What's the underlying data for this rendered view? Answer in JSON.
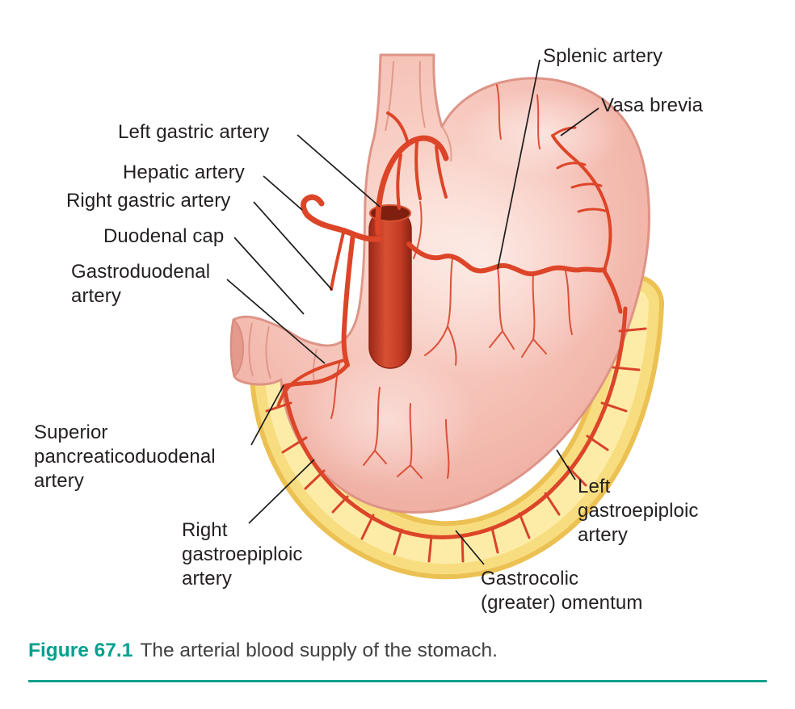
{
  "figure": {
    "subject": "anatomical diagram of the stomach with labeled arteries",
    "labels": {
      "splenic_artery": "Splenic artery",
      "vasa_brevia": "Vasa brevia",
      "left_gastric_artery": "Left gastric artery",
      "hepatic_artery": "Hepatic artery",
      "right_gastric_artery": "Right gastric artery",
      "duodenal_cap": "Duodenal cap",
      "gastroduodenal_artery": "Gastroduodenal\nartery",
      "superior_pancreaticoduodenal_artery": "Superior\npancreaticoduodenal\nartery",
      "right_gastroepiploic_artery": "Right\ngastroepiploic\nartery",
      "left_gastroepiploic_artery": "Left\ngastroepiploic\nartery",
      "gastrocolic_omentum": "Gastrocolic\n(greater) omentum"
    },
    "caption": {
      "number": "Figure 67.1",
      "text": "The arterial blood supply of the stomach."
    },
    "colors": {
      "caption_accent": "#00a08e",
      "artery_red": "#dd4528",
      "aorta_dark_red": "#a32c1a",
      "stomach_pink": "#f5bfb4",
      "omentum_yellow": "#f8dd80",
      "label_text": "#231f20"
    }
  }
}
